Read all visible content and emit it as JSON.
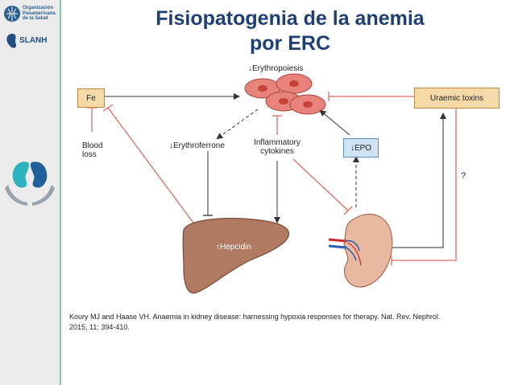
{
  "slide": {
    "title_line1": "Fisiopatogenia de la anemia",
    "title_line2": "por ERC"
  },
  "sidebar": {
    "paho_text": "Organización Panamericana de la Salud",
    "slanh_text": "SLANH"
  },
  "diagram": {
    "labels": {
      "fe": "Fe",
      "erythropoiesis": "Erythropoiesis",
      "uraemic_toxins": "Uraemic toxins",
      "blood_loss_1": "Blood",
      "blood_loss_2": "loss",
      "erythroferrone": "Erythroferrone",
      "inflammatory_1": "Inflammatory",
      "inflammatory_2": "cytokines",
      "epo": "EPO",
      "hepcidin": "Hepcidin",
      "question": "?"
    },
    "colors": {
      "box_fill": "#f6d9a6",
      "epo_fill": "#cfe3f4",
      "inhibit_line": "#e06b5e",
      "cell_fill": "#e8837b",
      "liver_fill": "#b07a62",
      "kidney_fill": "#e8b8a0"
    }
  },
  "citation": {
    "line1": "Koury MJ and Haase VH. Anaemia in kidney disease: harnessing hypoxia responses for therapy. Nat. Rev. Nephrol.",
    "line2": "2015, 11; 394-410."
  }
}
